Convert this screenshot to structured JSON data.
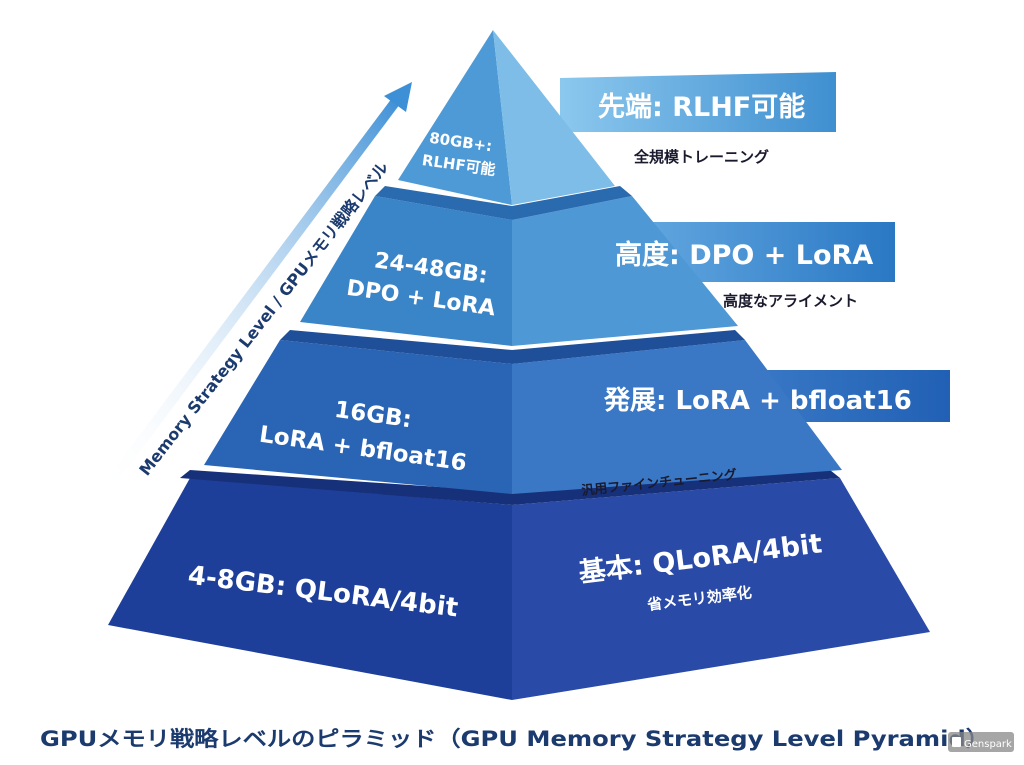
{
  "axis_label": "Memory Strategy Level / GPUメモリ戦略レベル",
  "tiers": [
    {
      "face_line1": "80GB+:",
      "face_line2": "RLHF可能",
      "banner": "先端: RLHF可能",
      "subtitle": "全規模トレーニング"
    },
    {
      "face_line1": "24-48GB:",
      "face_line2": "DPO + LoRA",
      "banner": "高度: DPO + LoRA",
      "subtitle": "高度なアライメント"
    },
    {
      "face_line1": "16GB:",
      "face_line2": "LoRA + bfloat16",
      "banner": "発展: LoRA + bfloat16",
      "subtitle": "汎用ファインチューニング"
    },
    {
      "face_line1": "4-8GB: QLoRA/4bit",
      "banner": "基本: QLoRA/4bit",
      "subtitle": "省メモリ効率化"
    }
  ],
  "title": "GPUメモリ戦略レベルのピラミッド（GPU Memory Strategy Level Pyramid）",
  "watermark": "Genspark",
  "colors": {
    "tier1": "#5aa8dc",
    "tier2": "#3a86c8",
    "tier3": "#2a62b0",
    "tier4": "#1c3c96",
    "title": "#1b3a6e"
  }
}
